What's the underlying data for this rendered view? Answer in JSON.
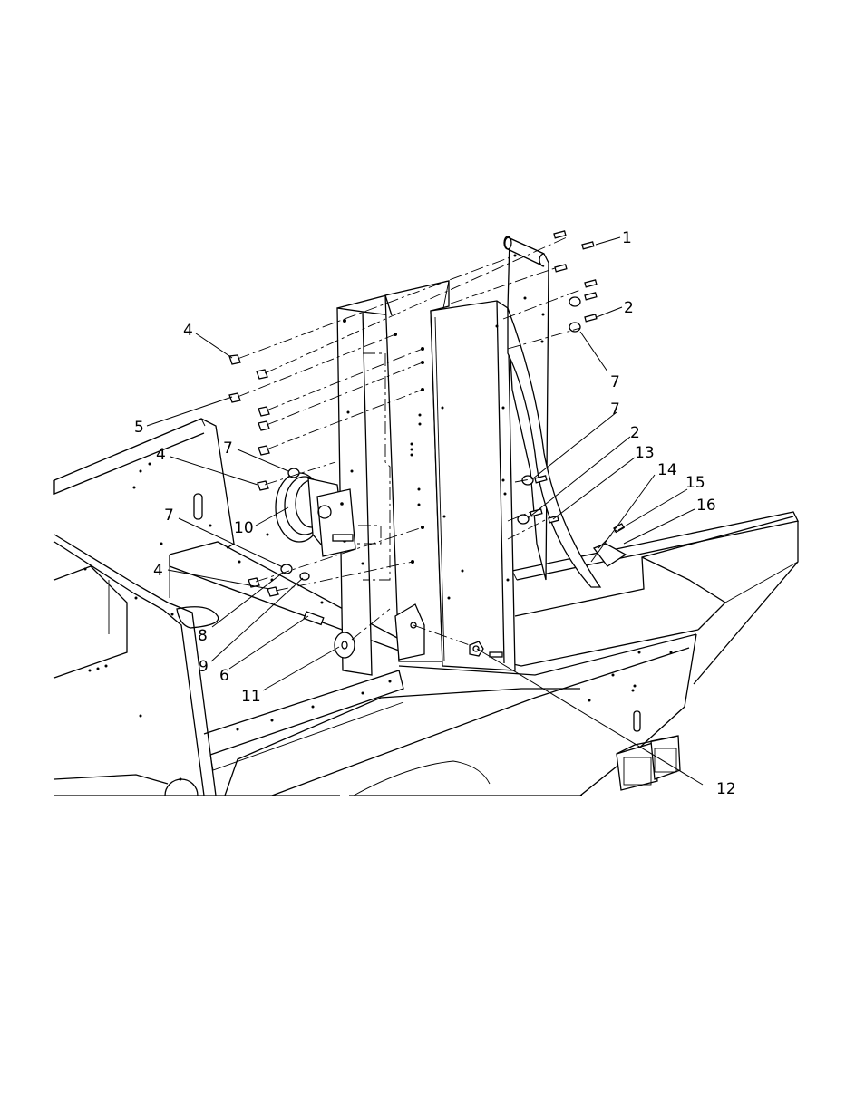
{
  "callouts": [
    {
      "id": "c1",
      "text": "1"
    },
    {
      "id": "c2a",
      "text": "2"
    },
    {
      "id": "c7a",
      "text": "7"
    },
    {
      "id": "c7b",
      "text": "7"
    },
    {
      "id": "c2b",
      "text": "2"
    },
    {
      "id": "c13",
      "text": "13"
    },
    {
      "id": "c14",
      "text": "14"
    },
    {
      "id": "c15",
      "text": "15"
    },
    {
      "id": "c16",
      "text": "16"
    },
    {
      "id": "c4a",
      "text": "4"
    },
    {
      "id": "c5",
      "text": "5"
    },
    {
      "id": "c4b",
      "text": "4"
    },
    {
      "id": "c7c",
      "text": "7"
    },
    {
      "id": "c10",
      "text": "10"
    },
    {
      "id": "c7d",
      "text": "7"
    },
    {
      "id": "c4c",
      "text": "4"
    },
    {
      "id": "c8",
      "text": "8"
    },
    {
      "id": "c9",
      "text": "9"
    },
    {
      "id": "c6",
      "text": "6"
    },
    {
      "id": "c11",
      "text": "11"
    },
    {
      "id": "c12",
      "text": "12"
    }
  ]
}
